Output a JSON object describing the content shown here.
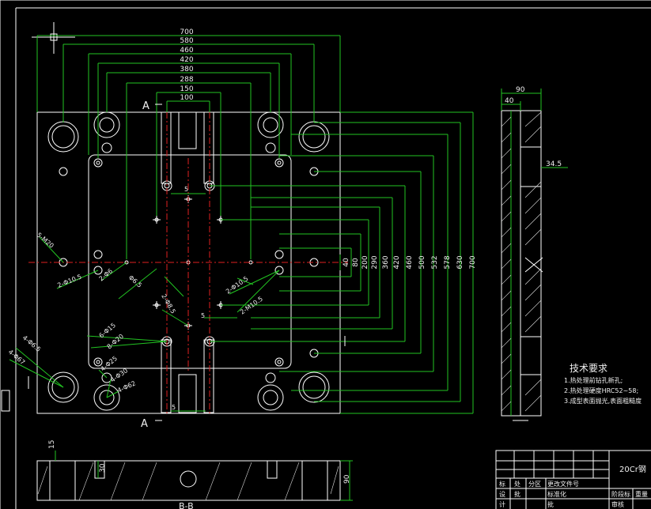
{
  "top_dims": [
    "700",
    "580",
    "460",
    "420",
    "380",
    "288",
    "150",
    "100"
  ],
  "right_dims": [
    "40",
    "80",
    "200",
    "290",
    "360",
    "420",
    "460",
    "500",
    "532",
    "578",
    "630",
    "700"
  ],
  "section_labels": {
    "a_top": "A",
    "a_bottom": "A",
    "bb": "B-B"
  },
  "side_view": {
    "width_dim": "90",
    "inner_dim": "40",
    "offset_dim": "34.5"
  },
  "hole_callouts": [
    "5-M20",
    "2-Φ10.5",
    "2-Φ6",
    "Φ6.5",
    "2-Φ8.5",
    "2-Φ10.5",
    "2-M10.5",
    "6-Φ15",
    "8-Φ20",
    "4-Φ25",
    "4-Φ30",
    "4-Φ62",
    "4-Φ6.5",
    "4-Φ67"
  ],
  "small_dims": [
    "5",
    "5",
    "5"
  ],
  "bottom_view": {
    "dim_15": "15",
    "dim_30": "30",
    "dim_90": "90"
  },
  "tech_req": {
    "title": "技术要求",
    "items": [
      "1.热处理前钻孔新孔;",
      "2.热处理硬度HRC52~58;",
      "3.成型表面抛光,表面粗糙度"
    ]
  },
  "title_block": {
    "material": "20Cr钢",
    "row1": [
      "标",
      "处",
      "分区",
      "更改文件号"
    ],
    "row2": [
      "设",
      "批",
      "标准化"
    ],
    "row3": [
      "计",
      "批"
    ],
    "right_labels": [
      "阶段标",
      "重量"
    ],
    "extra": "审核"
  }
}
